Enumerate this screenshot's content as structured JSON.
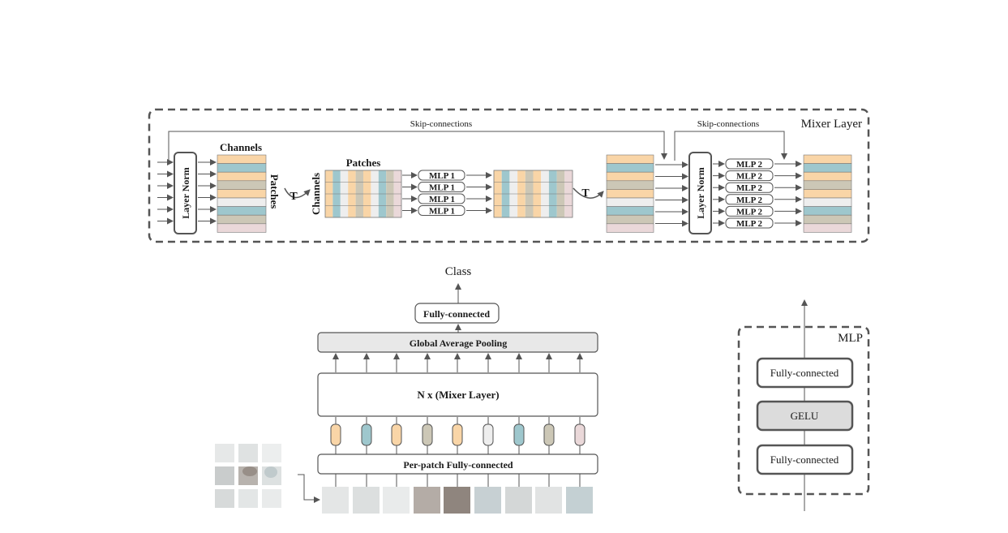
{
  "mixer": {
    "title": "Mixer Layer",
    "skip_label_1": "Skip-connections",
    "skip_label_2": "Skip-connections",
    "layer_norm": "Layer Norm",
    "channels_label": "Channels",
    "patches_label_vertical": "Patches",
    "transpose_1": "T",
    "transpose_2": "T",
    "patches_label": "Patches",
    "channels_label_vertical": "Channels",
    "mlp1_labels": [
      "MLP 1",
      "MLP 1",
      "MLP 1",
      "MLP 1"
    ],
    "mlp2_labels": [
      "MLP 2",
      "MLP 2",
      "MLP 2",
      "MLP 2",
      "MLP 2",
      "MLP 2"
    ]
  },
  "pipeline": {
    "class_label": "Class",
    "fc_label": "Fully-connected",
    "gap_label": "Global Average Pooling",
    "mixer_label": "N x (Mixer Layer)",
    "per_patch_label": "Per-patch Fully-connected"
  },
  "mlp_block": {
    "title": "MLP",
    "fc_top": "Fully-connected",
    "gelu": "GELU",
    "fc_bottom": "Fully-connected"
  },
  "colors": {
    "orange": "#f9d5a7",
    "blue": "#9ec7cd",
    "taupe": "#ccc7b6",
    "light": "#eeeeee",
    "pink": "#ead8d9",
    "border": "#555555",
    "gap_fill": "#e8e8e8",
    "gelu_fill": "#dcdcdc"
  }
}
